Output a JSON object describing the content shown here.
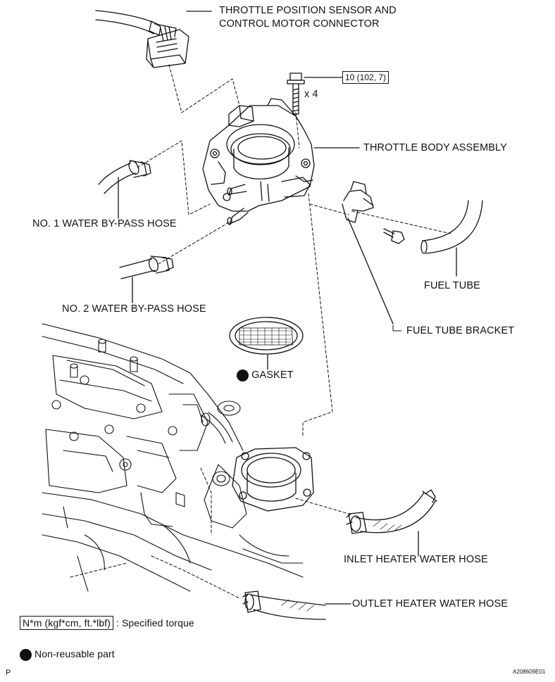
{
  "labels": {
    "tps_line1": "THROTTLE POSITION SENSOR AND",
    "tps_line2": "CONTROL MOTOR CONNECTOR",
    "torque_value": "10 (102, 7)",
    "bolt_qty": "x 4",
    "throttle_body": "THROTTLE BODY ASSEMBLY",
    "water_bypass_1": "NO. 1 WATER BY-PASS HOSE",
    "water_bypass_2": "NO. 2 WATER BY-PASS HOSE",
    "fuel_tube": "FUEL TUBE",
    "fuel_tube_bracket": "FUEL TUBE BRACKET",
    "gasket": "GASKET",
    "inlet_heater": "INLET HEATER WATER HOSE",
    "outlet_heater": "OUTLET HEATER WATER HOSE"
  },
  "legend": {
    "torque_unit": "N*m (kgf*cm, ft.*lbf)",
    "torque_desc": ": Specified torque",
    "nonreusable_desc": "Non-reusable part"
  },
  "corner": {
    "left": "P",
    "right": "A208609E01"
  },
  "icons": {
    "nonreusable": "filled-circle-icon"
  }
}
